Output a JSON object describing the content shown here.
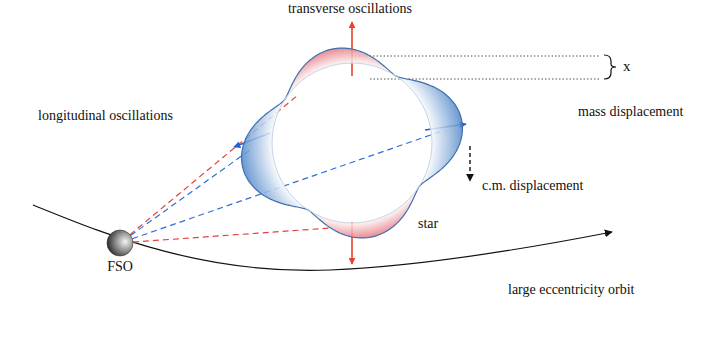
{
  "diagram": {
    "nodes": [
      {
        "text": [
          "star"
        ]
      },
      {
        "text": [
          "FSO"
        ]
      }
    ],
    "edges": [
      {
        "from": 1,
        "to": 0,
        "arrow": "none"
      },
      {
        "from": 1,
        "to": 0,
        "arrow": "none"
      },
      {
        "from": 1,
        "to": 0,
        "arrow": "none"
      },
      {
        "from": 1,
        "to": 0,
        "arrow": "none"
      }
    ],
    "labels": [
      "transverse oscillations",
      "x",
      "mass displacement",
      "longitudinal oscillations",
      "c.m. displacement",
      "large eccentricity orbit"
    ]
  }
}
